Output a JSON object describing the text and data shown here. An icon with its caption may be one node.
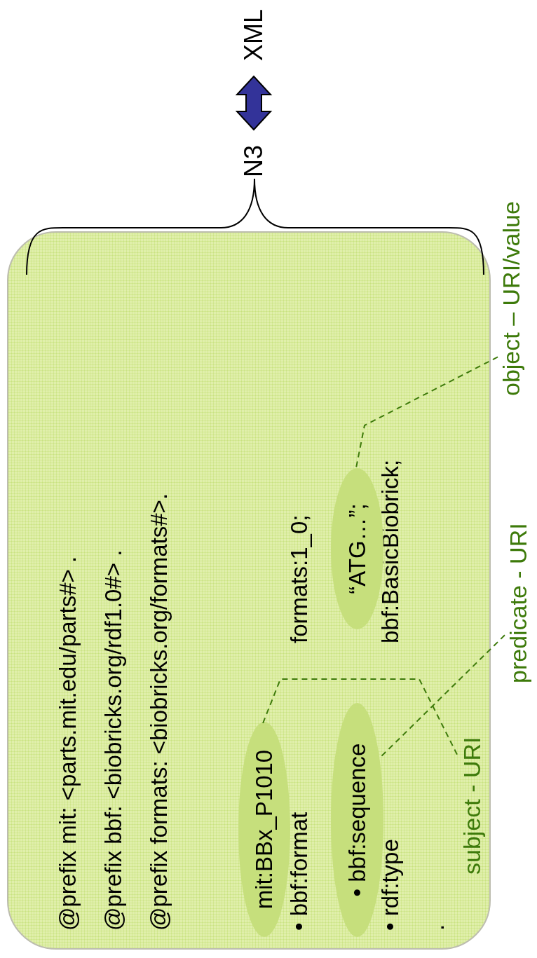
{
  "diagram": {
    "nodes": [
      {
        "text": [
          "@prefix mit: <parts.mit.edu/parts#> .",
          "@prefix bbf: <biobricks.org/rdf1.0#> .",
          "@prefix formats: <biobricks.org/formats#>.",
          "• bbf:format",
          "formats:1_0;",
          "• rdf:type",
          "bbf:BasicBiobrick;",
          "."
        ]
      },
      {
        "text": [
          "mit:BBx_P1010"
        ],
        "in": 0
      },
      {
        "text": [
          "• bbf:sequence"
        ],
        "in": 0
      },
      {
        "text": [
          "“ATG…”;"
        ],
        "in": 0
      },
      {
        "text": [
          "subject - URI"
        ],
        "in": 0
      },
      {
        "text": [
          "predicate - URI"
        ]
      },
      {
        "text": [
          "object – URI/value"
        ]
      },
      {
        "text": [
          "N3"
        ]
      },
      {
        "text": [
          "XML"
        ]
      }
    ],
    "edges": [
      {
        "from": 4,
        "to": 1,
        "arrow": "none",
        "style": "dashed"
      },
      {
        "from": 5,
        "to": 2,
        "arrow": "none",
        "style": "dashed"
      },
      {
        "from": 6,
        "to": 3,
        "arrow": "none",
        "style": "dashed"
      },
      {
        "from": 7,
        "to": 8,
        "arrow": "both",
        "style": "thick",
        "color": "#333399"
      }
    ]
  }
}
